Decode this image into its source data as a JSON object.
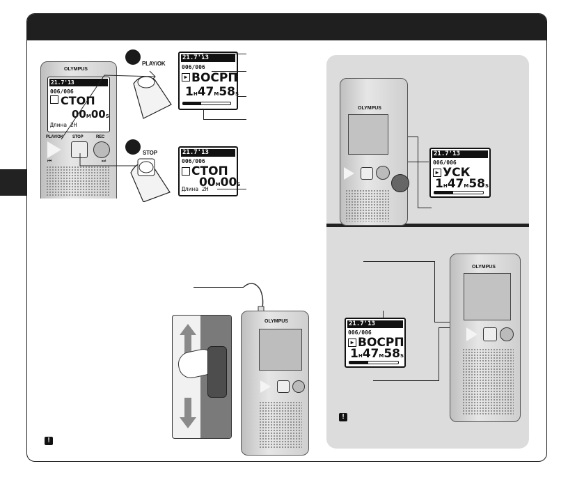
{
  "device": {
    "brand": "OLYMPUS",
    "buttons": {
      "play_ok": "PLAY/OK",
      "stop": "STOP",
      "rec": "REC",
      "prev": "⏮",
      "next": "⏭"
    }
  },
  "step_labels": {
    "play_ok": "PLAY/OK",
    "stop": "STOP"
  },
  "lcd_main_stop": {
    "date": "21.7'13",
    "counter": "006/006",
    "status": "СТОП",
    "time_h": "",
    "time_m": "00",
    "time_m_unit": "M",
    "time_s": "00",
    "time_s_unit": "S",
    "footer": "Длина 2H"
  },
  "lcd_play": {
    "date": "21.7'13",
    "counter": "006/006",
    "status": "ВОСРП",
    "time_h": "1",
    "time_h_unit": "H",
    "time_m": "47",
    "time_m_unit": "M",
    "time_s": "58",
    "time_s_unit": "S"
  },
  "lcd_stop": {
    "date": "21.7'13",
    "counter": "006/006",
    "status": "СТОП",
    "time_m": "00",
    "time_m_unit": "M",
    "time_s": "00",
    "time_s_unit": "S",
    "footer": "Длина 2H"
  },
  "lcd_fast": {
    "date": "21.7'13",
    "counter": "006/006",
    "status": "УСК",
    "time_h": "1",
    "time_h_unit": "H",
    "time_m": "47",
    "time_m_unit": "M",
    "time_s": "58",
    "time_s_unit": "S"
  },
  "lcd_volume": {
    "date": "21.7'13",
    "counter": "006/006",
    "status": "ВОСРП",
    "time_h": "1",
    "time_h_unit": "H",
    "time_m": "47",
    "time_m_unit": "M",
    "time_s": "58",
    "time_s_unit": "S"
  },
  "notes": {
    "warn_symbol": "!"
  },
  "colors": {
    "header": "#1f1f1f",
    "panel": "#dcdcdc",
    "ink": "#111111"
  }
}
